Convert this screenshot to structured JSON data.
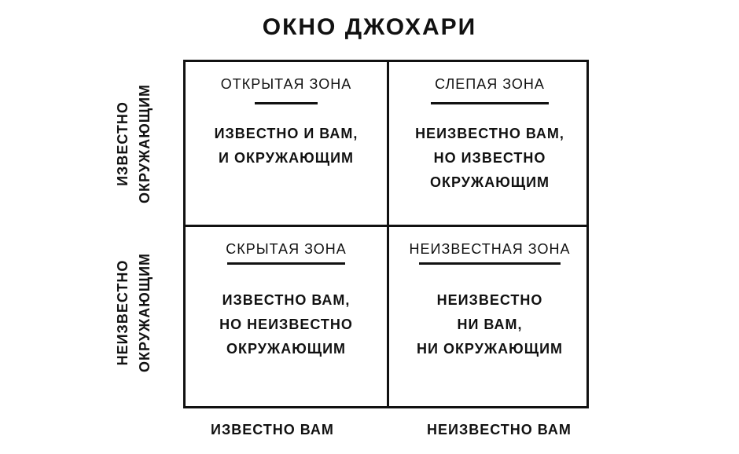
{
  "title": "Окно Джохари",
  "cells": [
    {
      "title": "Открытая зона",
      "lines": [
        "Известно и вам,",
        "и окружающим"
      ]
    },
    {
      "title": "Слепая зона",
      "lines": [
        "Неизвестно вам,",
        "но известно",
        "окружающим"
      ]
    },
    {
      "title": "Скрытая зона",
      "lines": [
        "Известно вам,",
        "но неизвестно",
        "окружающим"
      ]
    },
    {
      "title": "Неизвестная зона",
      "lines": [
        "Неизвестно",
        "ни вам,",
        "ни окружающим"
      ]
    }
  ],
  "row_labels": [
    [
      "Известно",
      "окружающим"
    ],
    [
      "Неизвестно",
      "окружающим"
    ]
  ],
  "column_labels": [
    "Известно вам",
    "Неизвестно вам"
  ]
}
